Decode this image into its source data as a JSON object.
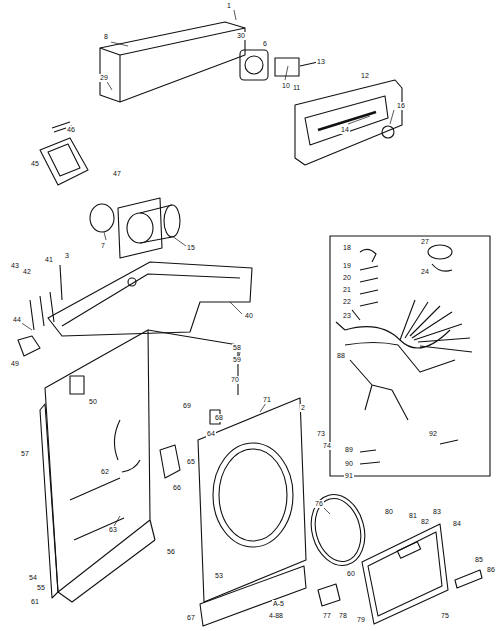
{
  "diagram": {
    "labels": [
      "1",
      "8",
      "29",
      "30",
      "6",
      "10",
      "11",
      "13",
      "12",
      "14",
      "16",
      "46",
      "45",
      "47",
      "7",
      "15",
      "3",
      "40",
      "43",
      "42",
      "41",
      "44",
      "49",
      "58",
      "59",
      "70",
      "71",
      "2",
      "57",
      "63",
      "56",
      "53",
      "54",
      "55",
      "61",
      "67",
      "76",
      "60",
      "77",
      "78",
      "79",
      "80",
      "81",
      "82",
      "83",
      "84",
      "85",
      "86",
      "75",
      "A-5",
      "4-88",
      "18",
      "19",
      "20",
      "21",
      "22",
      "23",
      "27",
      "24",
      "88",
      "89",
      "90",
      "91",
      "92",
      "64",
      "65",
      "66",
      "68",
      "69",
      "50",
      "62",
      "73",
      "74"
    ]
  }
}
